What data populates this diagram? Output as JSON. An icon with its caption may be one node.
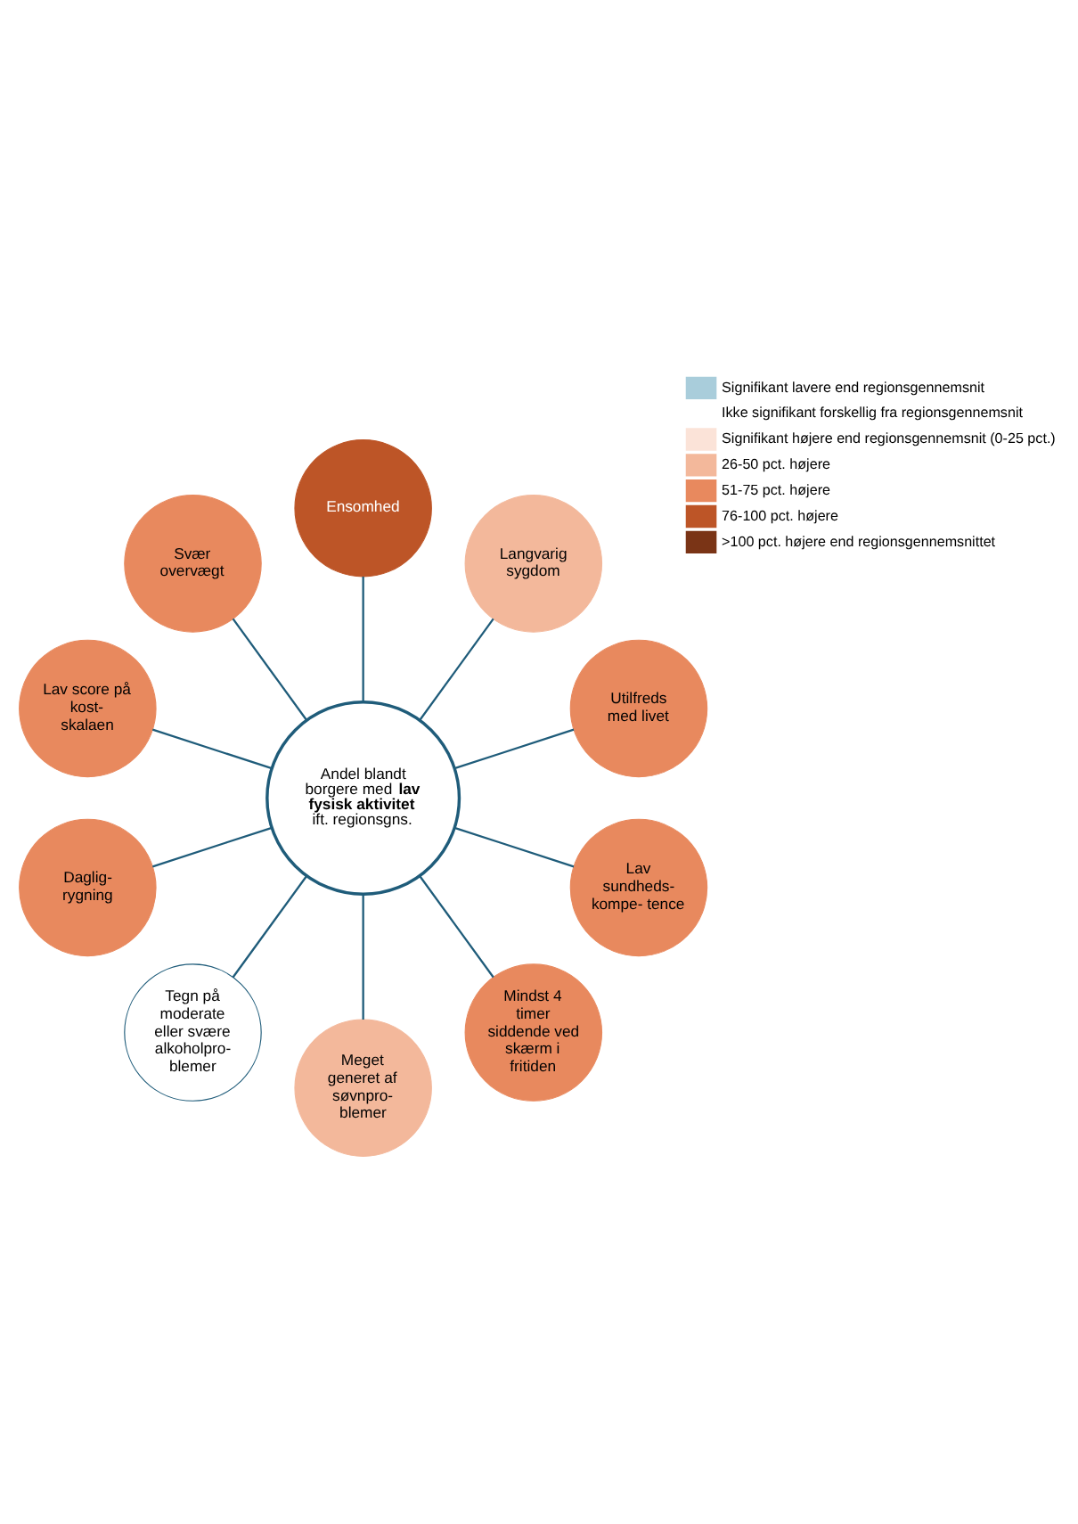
{
  "diagram": {
    "nodes": [
      {
        "text": [
          "Andel blandt borgere med **lav fysisk aktivitet** ift. regionsgns."
        ]
      },
      {
        "text": [
          "Utilfreds med livet"
        ]
      },
      {
        "text": [
          "Langvarig sygdom"
        ]
      },
      {
        "text": [
          "Ensomhed"
        ]
      },
      {
        "text": [
          "Svær overvægt"
        ]
      },
      {
        "text": [
          "Lav score på kost- skalaen"
        ]
      },
      {
        "text": [
          "Daglig- rygning"
        ]
      },
      {
        "text": [
          "Tegn på moderate eller svære alkoholpro- blemer"
        ]
      },
      {
        "text": [
          "Meget generet af søvnpro- blemer"
        ]
      },
      {
        "text": [
          "Mindst 4 timer siddende ved skærm i fritiden"
        ]
      },
      {
        "text": [
          "Lav sundheds- kompe- tence"
        ]
      }
    ],
    "edges": [
      {
        "from": 0,
        "to": 1,
        "arrow": "none"
      },
      {
        "from": 0,
        "to": 2,
        "arrow": "none"
      },
      {
        "from": 0,
        "to": 3,
        "arrow": "none"
      },
      {
        "from": 0,
        "to": 4,
        "arrow": "none"
      },
      {
        "from": 0,
        "to": 5,
        "arrow": "none"
      },
      {
        "from": 0,
        "to": 6,
        "arrow": "none"
      },
      {
        "from": 0,
        "to": 7,
        "arrow": "none"
      },
      {
        "from": 0,
        "to": 8,
        "arrow": "none"
      },
      {
        "from": 0,
        "to": 9,
        "arrow": "none"
      },
      {
        "from": 0,
        "to": 10,
        "arrow": "none"
      }
    ],
    "legend": [
      {
        "text": "Signifikant lavere end regionsgennemsnit",
        "color": "#a9cddb"
      },
      {
        "text": "Ikke signifikant forskellig fra regionsgennemsnit",
        "color": "#ffffff"
      },
      {
        "text": "Signifikant højere end regionsgennemsnit (0-25 pct.)",
        "color": "#fbe3d8"
      },
      {
        "text": "26-50 pct. højere",
        "color": "#f3b89b"
      },
      {
        "text": "51-75 pct. højere",
        "color": "#e8895e"
      },
      {
        "text": "76-100 pct. højere",
        "color": "#bd5527"
      },
      {
        "text": ">100 pct. højere end regionsgennemsnittet",
        "color": "#7a3416"
      }
    ]
  }
}
